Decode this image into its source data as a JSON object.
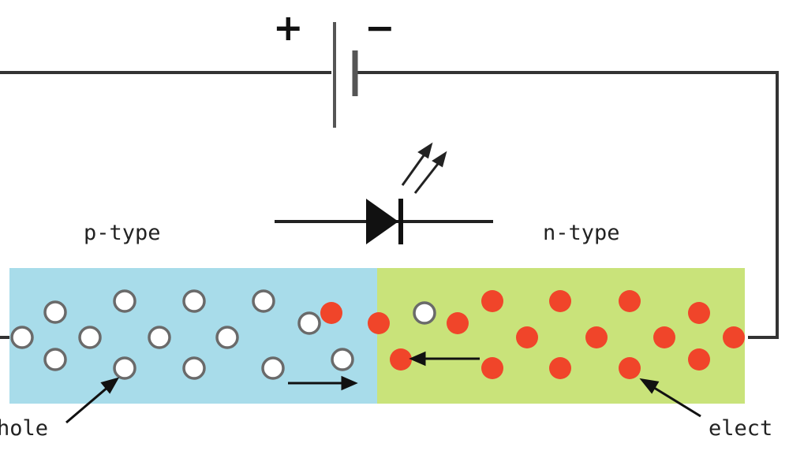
{
  "battery": {
    "plus": "+",
    "minus": "−"
  },
  "labels": {
    "p_region": "p-type",
    "n_region": "n-type",
    "hole": "hole",
    "electron": "elect"
  },
  "colors": {
    "p_region": "#a8dcea",
    "n_region": "#c9e37a",
    "electron": "#f0452a",
    "hole_fill": "#ffffff",
    "hole_stroke": "#6a6a6a",
    "wire": "#333333"
  },
  "icons": {
    "battery": "battery-icon",
    "led": "led-diode-icon",
    "light_emission": "light-emission-arrows-icon"
  }
}
